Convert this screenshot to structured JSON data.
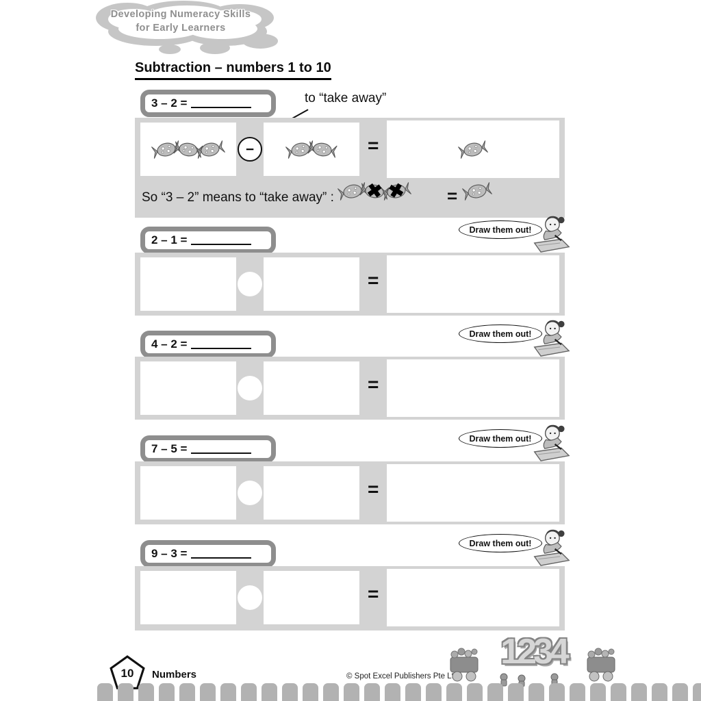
{
  "badge": {
    "line1": "Developing Numeracy Skills",
    "line2": "for Early Learners"
  },
  "title": "Subtraction – numbers 1 to 10",
  "symbols": {
    "minus": "−",
    "equals": "=",
    "cross": "✖"
  },
  "example": {
    "problem": "3 – 2 =",
    "annotation": "to “take away”",
    "explanation": "So “3 – 2” means to “take away” :",
    "minuend_candies": 3,
    "subtrahend_candies": 2,
    "result_candies": 1,
    "crossed_out_candies": 2
  },
  "exercises": [
    {
      "problem": "2 – 1 =",
      "bubble": "Draw them out!"
    },
    {
      "problem": "4 – 2 =",
      "bubble": "Draw them out!"
    },
    {
      "problem": "7 – 5 =",
      "bubble": "Draw them out!"
    },
    {
      "problem": "9 – 3 =",
      "bubble": "Draw them out!"
    }
  ],
  "footer": {
    "page_number": "10",
    "section_label": "Numbers",
    "copyright": "© Spot Excel Publishers Pte Ltd",
    "decoration_numbers": "1234"
  }
}
